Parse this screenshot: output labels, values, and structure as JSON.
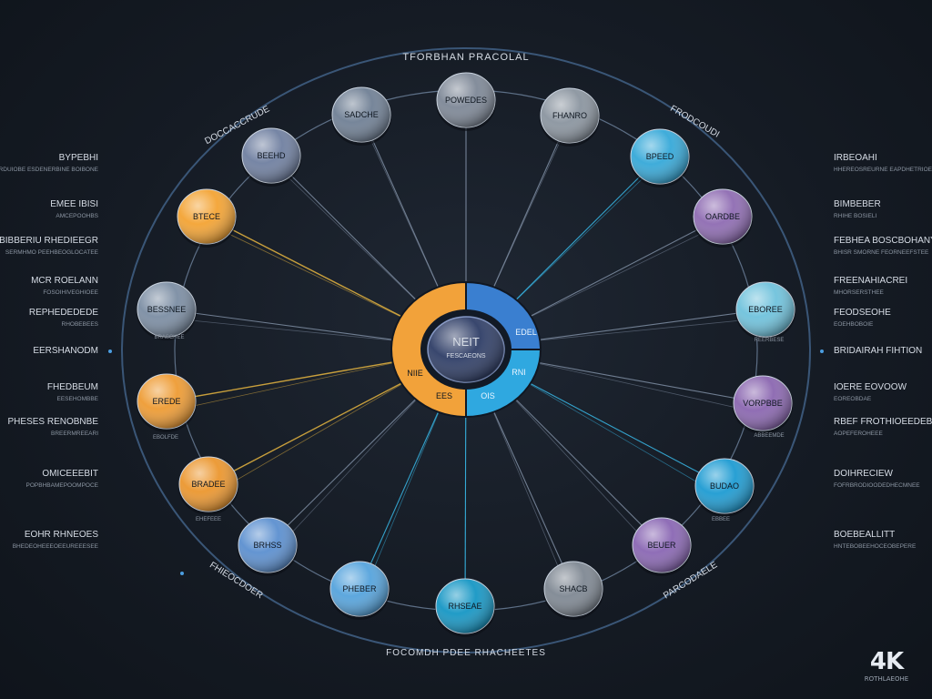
{
  "diagram": {
    "title_top": "TFORBHAN PRACOLAL",
    "title_bottom": "FOCOMDH PDEE RHACHEETES",
    "hub": {
      "line1": "NEIT",
      "line2": "FESCAEONS",
      "segments": [
        "NIIE",
        "EES",
        "OIS",
        "RNI",
        "EDEL"
      ],
      "colors": {
        "orange": "#f2a23a",
        "blue": "#3a7fd0",
        "cyan": "#2fa8e0",
        "core": "#2e3d66"
      }
    },
    "ring_labels": {
      "top_left": "DOCCACCRUDE",
      "top_right": "FRODCOUDI",
      "bottom_left": "FHIEOCDOER",
      "bottom_right": "PARCODAELE"
    },
    "nodes": [
      {
        "label": "SADCHE",
        "color": "#6f7f94"
      },
      {
        "label": "POWEDES",
        "color": "#7d8796"
      },
      {
        "label": "FHANRO",
        "color": "#8a949f"
      },
      {
        "label": "BPEED",
        "color": "#35a8d8"
      },
      {
        "label": "OARDBE",
        "color": "#8e6bb2"
      },
      {
        "label": "EBOREE",
        "color": "#6fc2dc"
      },
      {
        "label": "VORPBBE",
        "color": "#8a66b0"
      },
      {
        "label": "BUDAO",
        "color": "#1d9bd2"
      },
      {
        "label": "BEUER",
        "color": "#8966b3"
      },
      {
        "label": "SHACB",
        "color": "#7e8792"
      },
      {
        "label": "RHSEAE",
        "color": "#1596c4"
      },
      {
        "label": "PHEBER",
        "color": "#55a3dc"
      },
      {
        "label": "BRHSS",
        "color": "#5b8fcf"
      },
      {
        "label": "BRADEE",
        "color": "#eb962e"
      },
      {
        "label": "EREDE",
        "color": "#ee9b33"
      },
      {
        "label": "BESSNEE",
        "color": "#7b8da3"
      },
      {
        "label": "BTECE",
        "color": "#f3a333"
      },
      {
        "label": "BEEHD",
        "color": "#6f7fa0"
      }
    ],
    "node_captions": {
      "BREDE": "BRASCHEE",
      "EREDE": "EBOLFDE",
      "OARDBE": "REERBESE",
      "EBOREE": "ABBEEMDE",
      "VORPBBE": "EBBEE",
      "BRHSS": "EHEFEEE"
    },
    "left_labels": [
      {
        "title": "BYPEBHI",
        "sub": "HISROBCOERDUIOBE ESDENERBINE BOIBONE"
      },
      {
        "title": "EMEE IBISI",
        "sub": "AMCEPOOHBS"
      },
      {
        "title": "BIBBERIU RHEDIEEGR",
        "sub": "SERMHMO PEEHBEOGLOCATEE"
      },
      {
        "title": "MCR ROELANN",
        "sub": "FOSOIHIVEGHIOEE"
      },
      {
        "title": "REPHEDEDEDE",
        "sub": "RHOBEBEES"
      },
      {
        "title": "EERSHANODM",
        "sub": ""
      },
      {
        "title": "FHEDBEUM",
        "sub": "EESEHOMBBE"
      },
      {
        "title": "PHESES RENOBNBE",
        "sub": "BREERMREEARI"
      },
      {
        "title": "OMICEEEBIT",
        "sub": "POPBHBAMEPOOMPOCE"
      },
      {
        "title": "EOHR RHNEOES",
        "sub": "BHEDEOHEEEOEEUREEESEE"
      }
    ],
    "right_labels": [
      {
        "title": "IRBEOAHI",
        "sub": "HHEREOSREURNE EAPDHETRIOE"
      },
      {
        "title": "BIMBEBER",
        "sub": "RHIHE BOSIELI"
      },
      {
        "title": "FEBHEA BOSCBOHANY",
        "sub": "BHISR SMORNE FEORNEEFSTEE"
      },
      {
        "title": "FREENAHIACREI",
        "sub": "MHORSERSTHEE"
      },
      {
        "title": "FEODSEOHE",
        "sub": "EOEHBOBOIE"
      },
      {
        "title": "BRIDAIRAH FIHTION",
        "sub": ""
      },
      {
        "title": "IOERE EOVOOW",
        "sub": "EOREOBDAE"
      },
      {
        "title": "RBEF FROTHIOEEDEBE",
        "sub": "AOPEFEROHEEE"
      },
      {
        "title": "DOIHRECIEW",
        "sub": "FOFRBRODIOODEDHECMNEE"
      },
      {
        "title": "BOEBEALLITT",
        "sub": "HNTEBOBEEHOCEOBEPERE"
      }
    ],
    "badge": {
      "big": "4K",
      "small": "ROTHLAEOHE"
    }
  }
}
